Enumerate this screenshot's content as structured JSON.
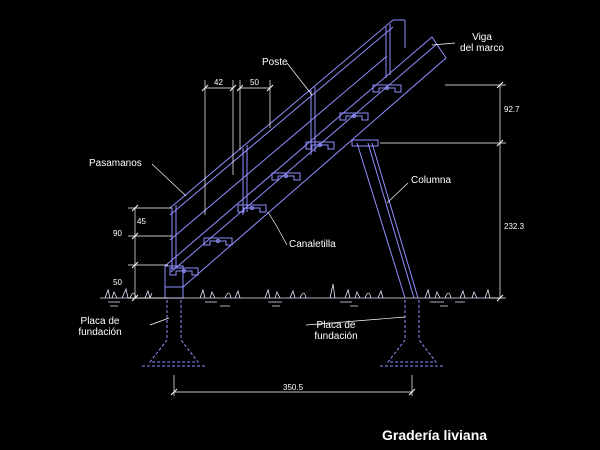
{
  "title": "Gradería liviana",
  "labels": {
    "viga_line1": "Viga",
    "viga_line2": "del marco",
    "poste": "Poste",
    "pasamanos": "Pasamanos",
    "columna": "Columna",
    "canaletilla": "Canaletilla",
    "placa_left_line1": "Placa de",
    "placa_left_line2": "fundación",
    "placa_right_line1": "Placa de",
    "placa_right_line2": "fundación"
  },
  "dimensions": {
    "d42": "42",
    "d50_top": "50",
    "d45": "45",
    "d90": "90",
    "d50_left": "50",
    "d92_7": "92.7",
    "d232_3": "232.3",
    "d350_5": "350.5"
  },
  "colors": {
    "structure": "#8f8fff",
    "dimension": "#ffffff",
    "ground": "#e8e8ff",
    "background": "#000000"
  }
}
